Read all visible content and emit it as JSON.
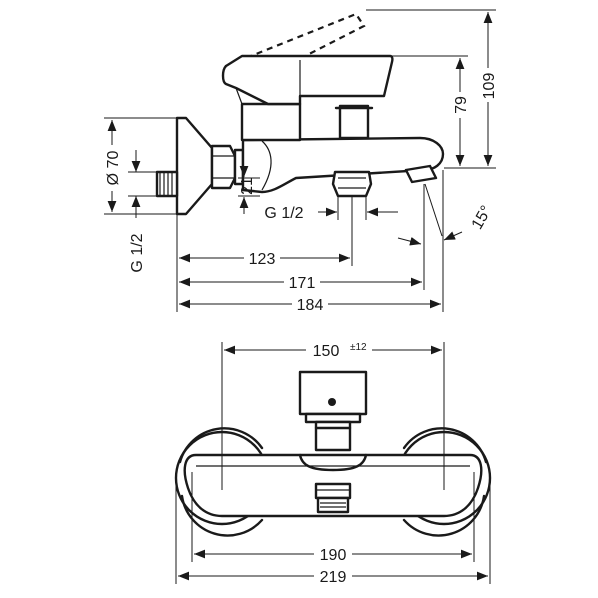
{
  "side_view": {
    "dim_109": "109",
    "dim_79": "79",
    "dim_diameter": "Ø 70",
    "dim_21": "21",
    "dim_g_half_left": "G 1/2",
    "dim_g_half_bottom": "G 1/2",
    "dim_angle": "15°",
    "dim_123": "123",
    "dim_171": "171",
    "dim_184": "184"
  },
  "front_view": {
    "dim_150": "150",
    "dim_150_tol": "±12",
    "dim_190": "190",
    "dim_219": "219"
  }
}
